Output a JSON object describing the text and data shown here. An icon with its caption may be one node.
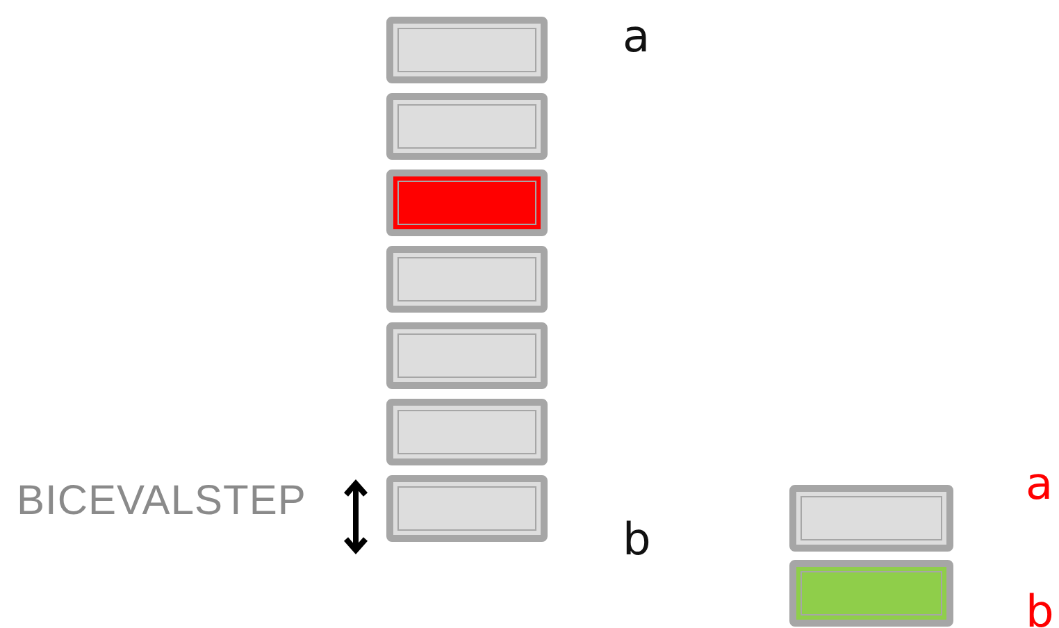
{
  "diagram": {
    "nodes": [
      {
        "text": [],
        "shape": "box"
      },
      {
        "text": [],
        "shape": "box"
      },
      {
        "text": [],
        "shape": "box"
      },
      {
        "text": [],
        "shape": "box"
      },
      {
        "text": [],
        "shape": "box"
      },
      {
        "text": [],
        "shape": "box"
      },
      {
        "text": [],
        "shape": "box"
      }
    ],
    "edges": [],
    "labels": [
      "a",
      "BICEVALSTEP",
      "b"
    ],
    "legend": [
      {
        "text": "a",
        "color": "#dddddd"
      },
      {
        "text": "b",
        "color": "#8fce4a"
      }
    ]
  }
}
